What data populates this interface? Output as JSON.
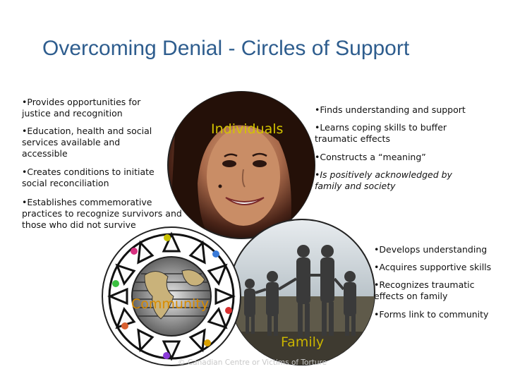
{
  "title": "Overcoming Denial - Circles of Support",
  "circles": {
    "individuals": {
      "label": "Individuals"
    },
    "community": {
      "label": "Community"
    },
    "family": {
      "label": "Family"
    }
  },
  "community_points": [
    "•Provides opportunities for justice and recognition",
    "•Education, health and social services available and accessible",
    "•Creates conditions to initiate social reconciliation",
    "•Establishes commemorative practices to recognize survivors and those who did not survive"
  ],
  "individual_points": [
    "•Finds understanding and support",
    "•Learns coping skills to buffer traumatic effects",
    "•Constructs a “meaning”",
    "•Is positively acknowledged by family and society"
  ],
  "family_points": [
    "•Develops understanding",
    "•Acquires supportive skills",
    "•Recognizes traumatic effects on family",
    "•Forms link to community"
  ],
  "copyright": "© Canadian Centre or Victims of Torture",
  "colors": {
    "title": "#2e5d8e",
    "individuals_label": "#d4c400",
    "community_label": "#d98c00",
    "family_label": "#c9b400"
  }
}
